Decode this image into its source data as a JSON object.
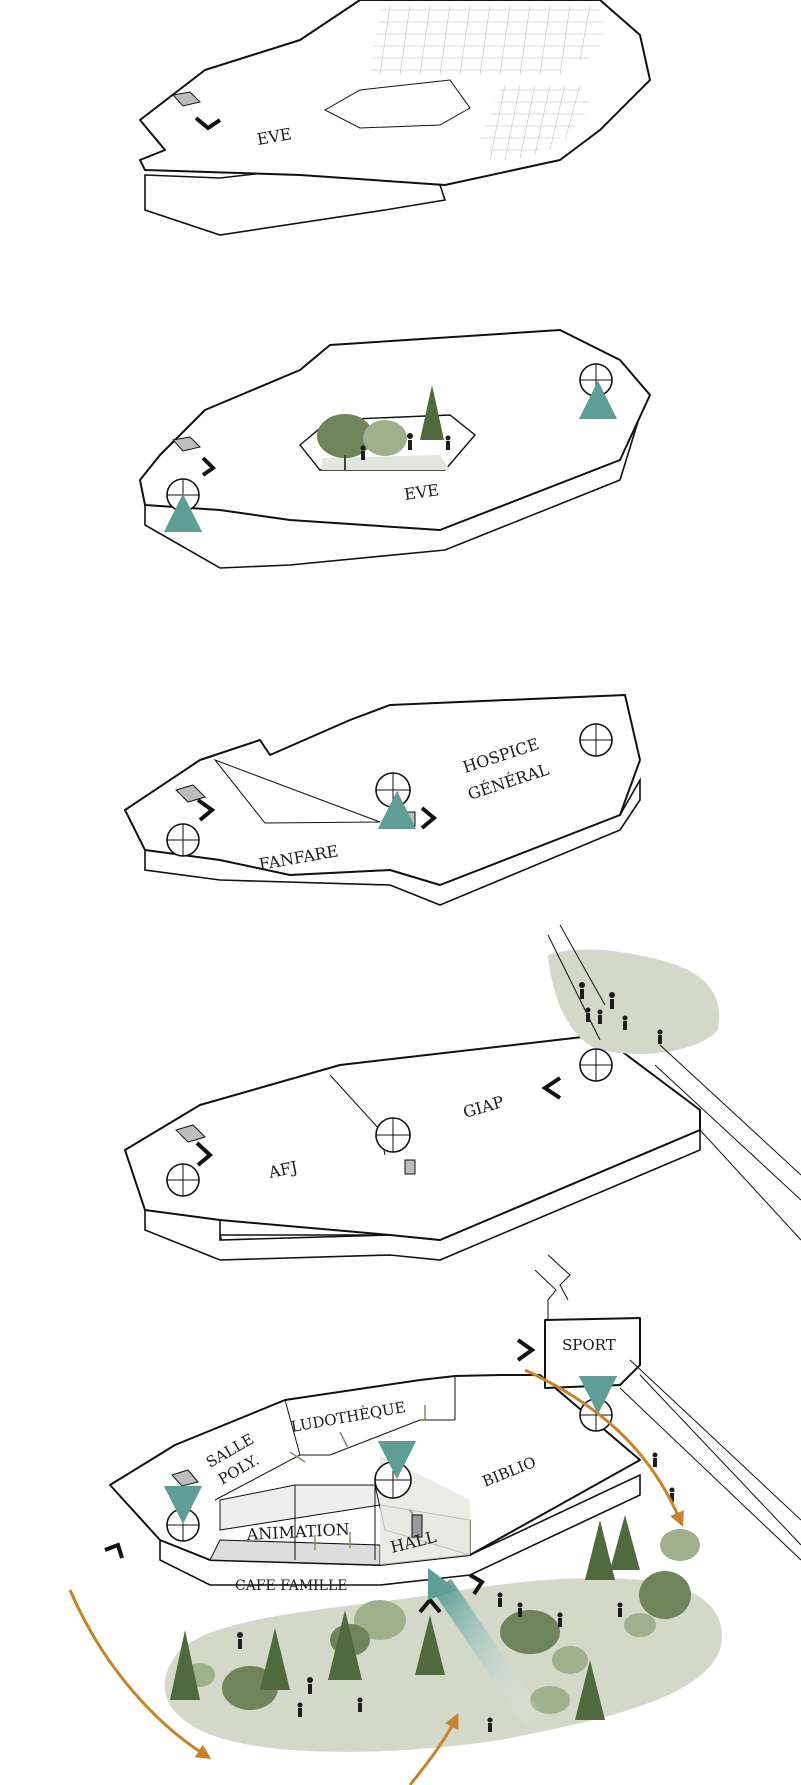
{
  "floors": {
    "roof": {
      "zones": [
        {
          "label": "EVE"
        }
      ]
    },
    "level3": {
      "zones": [
        {
          "label": "EVE"
        }
      ]
    },
    "level2": {
      "zones": [
        {
          "label": "FANFARE"
        },
        {
          "label": "HOSPICE"
        },
        {
          "label": "GÉNÉRAL"
        }
      ]
    },
    "level1": {
      "zones": [
        {
          "label": "AFJ"
        },
        {
          "label": "GIAP"
        }
      ]
    },
    "ground": {
      "zones": [
        {
          "label": "SPORT"
        },
        {
          "label": "LUDOTHÈQUE"
        },
        {
          "label": "SALLE"
        },
        {
          "label": "POLY."
        },
        {
          "label": "BIBLIO"
        },
        {
          "label": "ANIMATION"
        },
        {
          "label": "HALL"
        },
        {
          "label": "CAFE FAMILLE"
        }
      ]
    }
  },
  "colors": {
    "vertical_link": "#6aa7a0",
    "pedestrian_flow": "#c7832a",
    "park": "#d3d8c9",
    "tree": "#6f845a",
    "tree_dark": "#4f6b3d",
    "tree_light": "#9fb08c"
  },
  "icons": [
    "stair-core-icon",
    "elevator-icon",
    "entrance-chevron-icon",
    "tree-icon",
    "person-icon"
  ]
}
